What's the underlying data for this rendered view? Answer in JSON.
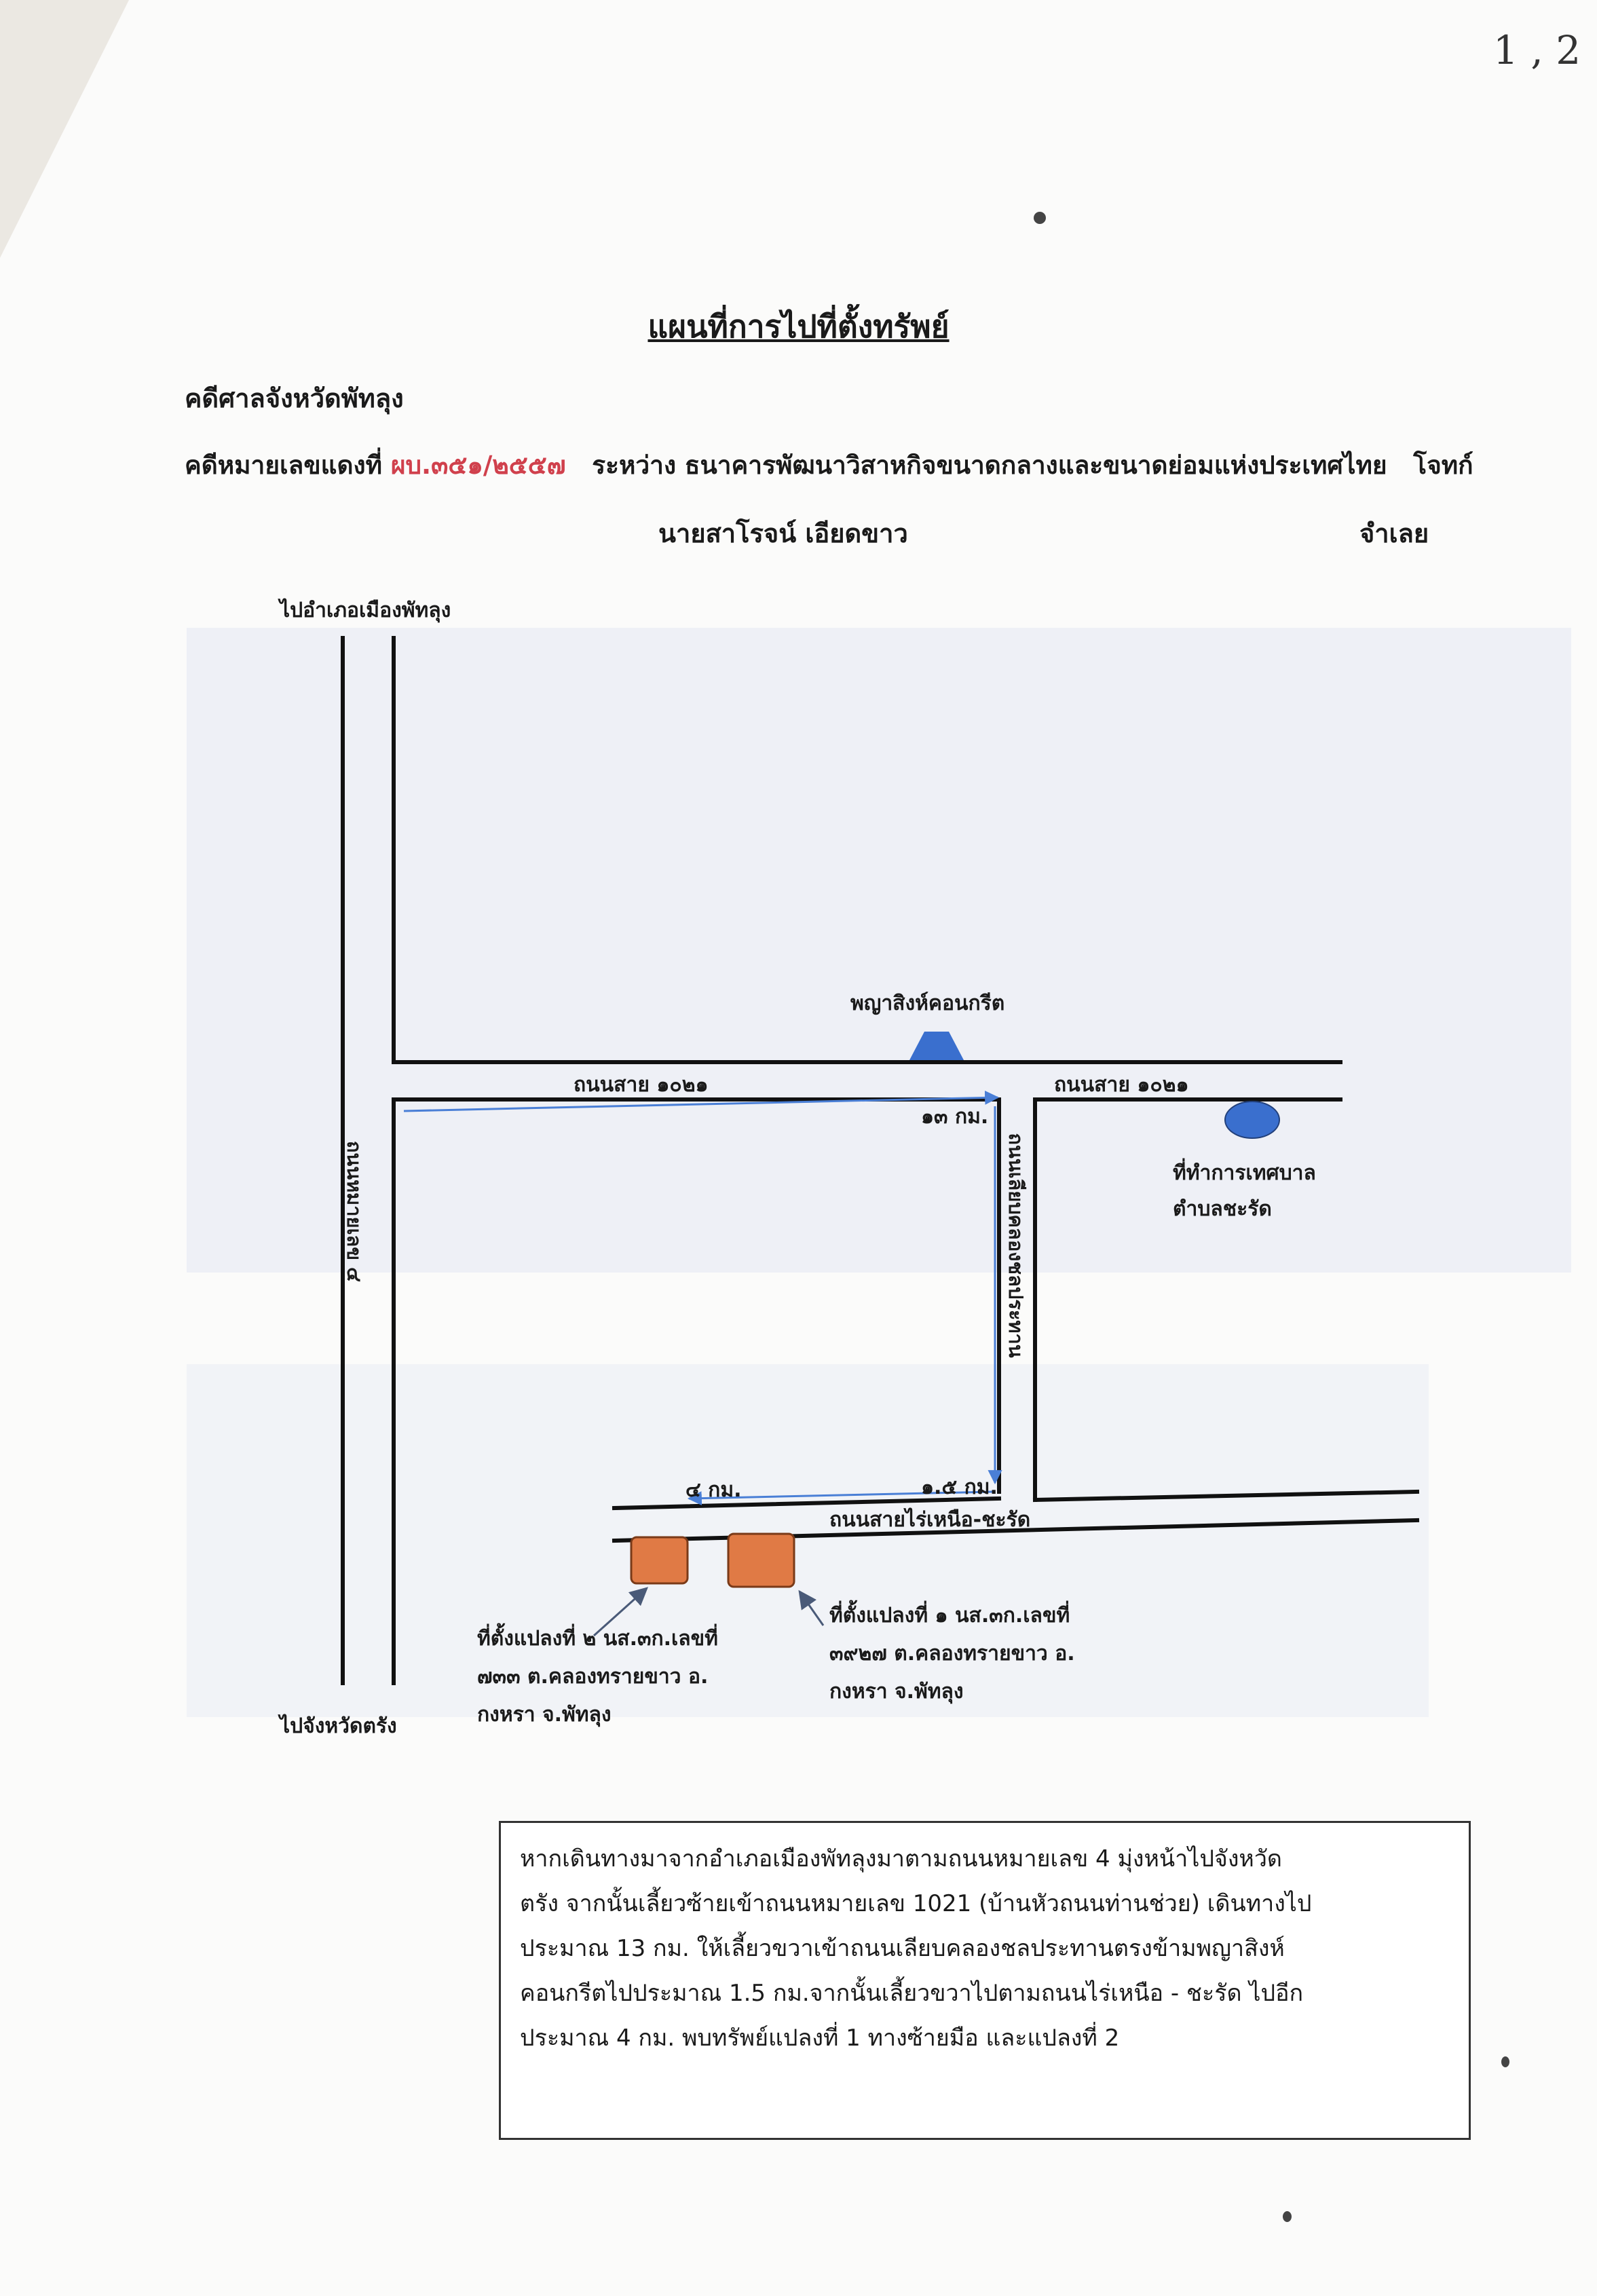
{
  "page_ref": "1 , 2",
  "header": {
    "title": "แผนที่การไปที่ตั้งทรัพย์",
    "court": "คดีศาลจังหวัดพัทลุง",
    "case_prefix": "คดีหมายเลขแดงที่",
    "case_number": "ผบ.๓๕๑/๒๕๕๗",
    "case_between": "ระหว่าง ธนาคารพัฒนาวิสาหกิจขนาดกลางและขนาดย่อมแห่งประเทศไทย",
    "plaintiff_role": "โจทก์",
    "defendant": "นายสาโรจน์ เอียดขาว",
    "defendant_role": "จำเลย"
  },
  "map": {
    "to_north": "ไปอำเภอเมืองพัทลุง",
    "to_south": "ไปจังหวัดตรัง",
    "highway_4": "ถนนหมายเลข ๔",
    "road_1021_west": "ถนนสาย ๑๐๒๑",
    "road_1021_east": "ถนนสาย ๑๐๒๑",
    "dist_13": "๑๓ กม.",
    "canal_road": "ถนนเลียบคลองชลประทาน",
    "dist_1_5": "๑.๕ กม.",
    "dist_4": "๔ กม.",
    "road_south": "ถนนสายไร่เหนือ-ชะรัด",
    "landmark_concrete": "พญาสิงห์คอนกรีต",
    "landmark_office_1": "ที่ทำการเทศบาล",
    "landmark_office_2": "ตำบลชะรัด",
    "plot1": [
      "ที่ตั้งแปลงที่ ๑ นส.๓ก.เลขที่",
      "๓๙๒๗ ต.คลองทรายขาว อ.",
      "กงหรา จ.พัทลุง"
    ],
    "plot2": [
      "ที่ตั้งแปลงที่ ๒ นส.๓ก.เลขที่",
      "๗๓๓ ต.คลองทรายขาว อ.",
      "กงหรา จ.พัทลุง"
    ],
    "colors": {
      "road": "#111111",
      "route": "#4a7fd6",
      "landmark": "#3a6fce",
      "plot": "#e07a45"
    }
  },
  "directions": [
    "หากเดินทางมาจากอำเภอเมืองพัทลุงมาตามถนนหมายเลข 4 มุ่งหน้าไปจังหวัด",
    "ตรัง จากนั้นเลี้ยวซ้ายเข้าถนนหมายเลข 1021 (บ้านหัวถนนท่านช่วย) เดินทางไป",
    "ประมาณ 13 กม. ให้เลี้ยวขวาเข้าถนนเลียบคลองชลประทานตรงข้ามพญาสิงห์",
    "คอนกรีตไปประมาณ 1.5 กม.จากนั้นเลี้ยวขวาไปตามถนนไร่เหนือ - ชะรัด ไปอีก",
    "ประมาณ 4 กม. พบทรัพย์แปลงที่ 1 ทางซ้ายมือ และแปลงที่ 2"
  ]
}
